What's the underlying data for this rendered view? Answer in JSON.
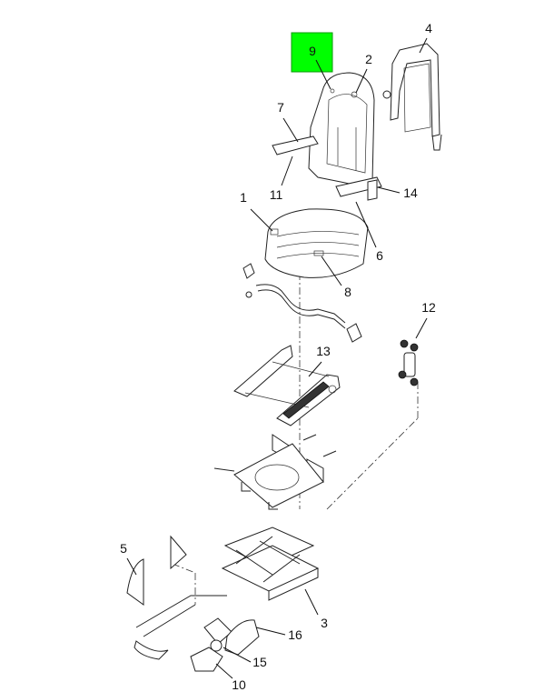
{
  "highlight": {
    "label": "9",
    "color": "#00ff00"
  },
  "callouts": {
    "c1": "1",
    "c2": "2",
    "c3": "3",
    "c4": "4",
    "c5": "5",
    "c6": "6",
    "c7": "7",
    "c8": "8",
    "c10": "10",
    "c11": "11",
    "c12": "12",
    "c13": "13",
    "c14": "14",
    "c15": "15",
    "c16": "16"
  }
}
